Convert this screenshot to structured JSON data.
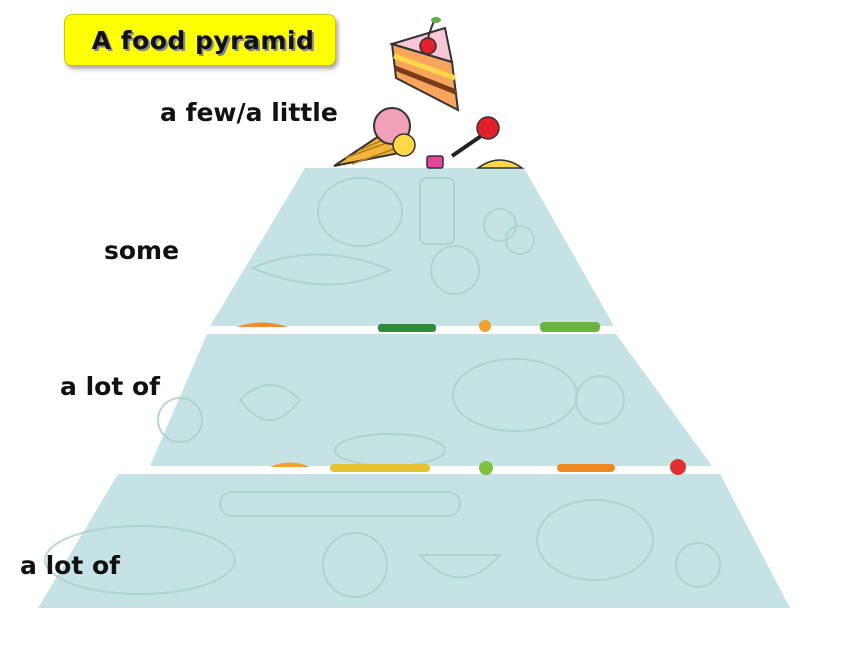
{
  "title": "A food pyramid",
  "tiers": [
    {
      "label": "a few/a little"
    },
    {
      "label": "some"
    },
    {
      "label": "a lot of"
    },
    {
      "label": "a lot of"
    }
  ],
  "colors": {
    "title_bg": "#ffff00",
    "pyramid_fill": "#c5e3e4"
  }
}
